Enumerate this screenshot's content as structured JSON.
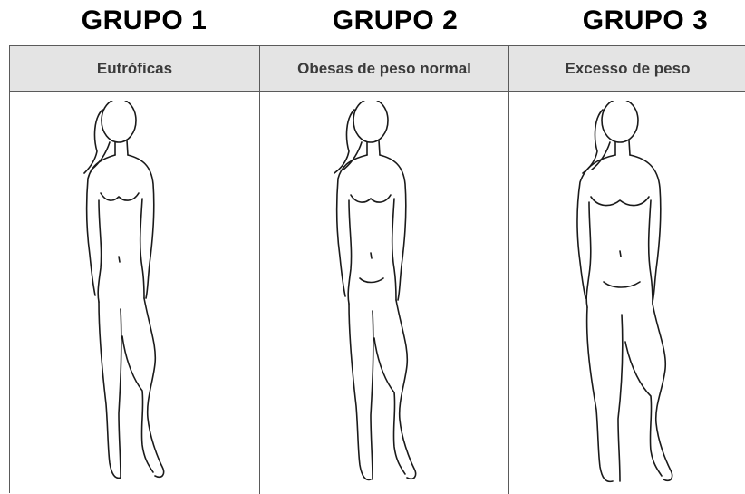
{
  "groups": [
    {
      "title": "GRUPO 1",
      "header": "Eutróficas"
    },
    {
      "title": "GRUPO 2",
      "header": "Obesas de peso normal"
    },
    {
      "title": "GRUPO 3",
      "header": "Excesso de peso"
    }
  ],
  "colors": {
    "header_background": "#e4e4e4",
    "border": "#5a5a5a",
    "line_art": "#1a1a1a"
  }
}
